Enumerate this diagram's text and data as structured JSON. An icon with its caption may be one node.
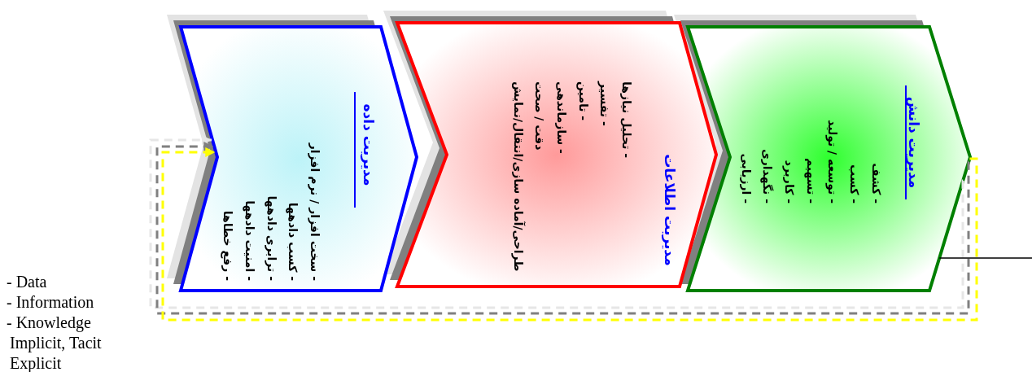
{
  "diagram": {
    "nodes": [
      {
        "text": [
          "مدیریت داده",
          "- سخت افزار / نرم افزار",
          "- کسب دادهها",
          "- ترابری دادهها",
          "- امنیت دادهها",
          "- رفع خطاها"
        ]
      },
      {
        "text": [
          "مدیریت اطلاعات",
          "- تحلیل نیازها",
          "- تفسیر",
          "- تامین",
          "- سازماندهی",
          "دقت / صحت",
          "طراحی/آماده سازی/انتقال/نمایش"
        ]
      },
      {
        "text": [
          "مدیریت دانش",
          "- کشف",
          "- کسب",
          "- توسعه / تولید",
          "- تسهیم",
          "- کاربرد",
          "- نگهداری",
          "- ارزیابی"
        ]
      }
    ],
    "edges": [
      {
        "from": 2,
        "to": 0,
        "arrow": "to",
        "style": "dashed",
        "color": "#e6e6e6"
      },
      {
        "from": 2,
        "to": 0,
        "arrow": "to",
        "style": "dashed",
        "color": "#808080"
      },
      {
        "from": 2,
        "to": 0,
        "arrow": "to",
        "style": "dashed",
        "color": "#ffff00"
      },
      {
        "from": 2,
        "to": null,
        "arrow": "none",
        "color": "#000000"
      }
    ],
    "labels": [
      "- Data",
      "- Information",
      "- Knowledge",
      "Implicit, Tacit",
      "Explicit"
    ]
  }
}
